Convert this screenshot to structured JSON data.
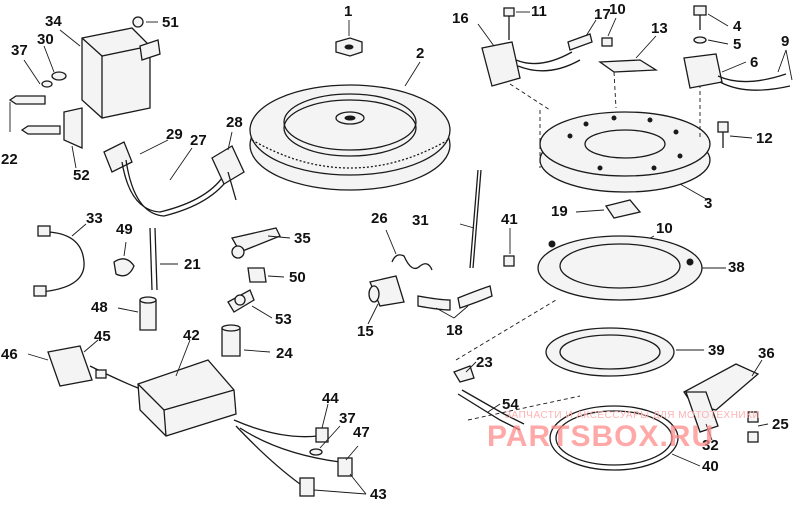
{
  "callouts": [
    {
      "id": "c1",
      "text": "1"
    },
    {
      "id": "c2",
      "text": "2"
    },
    {
      "id": "c3",
      "text": "3"
    },
    {
      "id": "c4",
      "text": "4"
    },
    {
      "id": "c5",
      "text": "5"
    },
    {
      "id": "c6",
      "text": "6"
    },
    {
      "id": "c9",
      "text": "9"
    },
    {
      "id": "c10a",
      "text": "10"
    },
    {
      "id": "c10b",
      "text": "10"
    },
    {
      "id": "c11",
      "text": "11"
    },
    {
      "id": "c12",
      "text": "12"
    },
    {
      "id": "c13",
      "text": "13"
    },
    {
      "id": "c15",
      "text": "15"
    },
    {
      "id": "c16",
      "text": "16"
    },
    {
      "id": "c17",
      "text": "17"
    },
    {
      "id": "c18",
      "text": "18"
    },
    {
      "id": "c19",
      "text": "19"
    },
    {
      "id": "c21",
      "text": "21"
    },
    {
      "id": "c22",
      "text": "22"
    },
    {
      "id": "c23",
      "text": "23"
    },
    {
      "id": "c24",
      "text": "24"
    },
    {
      "id": "c25",
      "text": "25"
    },
    {
      "id": "c26",
      "text": "26"
    },
    {
      "id": "c27",
      "text": "27"
    },
    {
      "id": "c28",
      "text": "28"
    },
    {
      "id": "c29",
      "text": "29"
    },
    {
      "id": "c30",
      "text": "30"
    },
    {
      "id": "c31",
      "text": "31"
    },
    {
      "id": "c32",
      "text": "32"
    },
    {
      "id": "c33",
      "text": "33"
    },
    {
      "id": "c34",
      "text": "34"
    },
    {
      "id": "c35",
      "text": "35"
    },
    {
      "id": "c36",
      "text": "36"
    },
    {
      "id": "c37a",
      "text": "37"
    },
    {
      "id": "c37b",
      "text": "37"
    },
    {
      "id": "c38",
      "text": "38"
    },
    {
      "id": "c39",
      "text": "39"
    },
    {
      "id": "c40",
      "text": "40"
    },
    {
      "id": "c41",
      "text": "41"
    },
    {
      "id": "c42",
      "text": "42"
    },
    {
      "id": "c43",
      "text": "43"
    },
    {
      "id": "c44",
      "text": "44"
    },
    {
      "id": "c45",
      "text": "45"
    },
    {
      "id": "c46",
      "text": "46"
    },
    {
      "id": "c47",
      "text": "47"
    },
    {
      "id": "c48",
      "text": "48"
    },
    {
      "id": "c49",
      "text": "49"
    },
    {
      "id": "c50",
      "text": "50"
    },
    {
      "id": "c51",
      "text": "51"
    },
    {
      "id": "c52",
      "text": "52"
    },
    {
      "id": "c53",
      "text": "53"
    },
    {
      "id": "c54",
      "text": "54"
    }
  ],
  "watermark": {
    "caption": "ЗАПЧАСТИ И АКСЕССУАРЫ ДЛЯ МОТОТЕХНИКИ",
    "logo": "PARTSBOX.RU"
  },
  "colors": {
    "line": "#1a1a1a",
    "background": "#ffffff",
    "watermark": "#ff8b8b"
  }
}
